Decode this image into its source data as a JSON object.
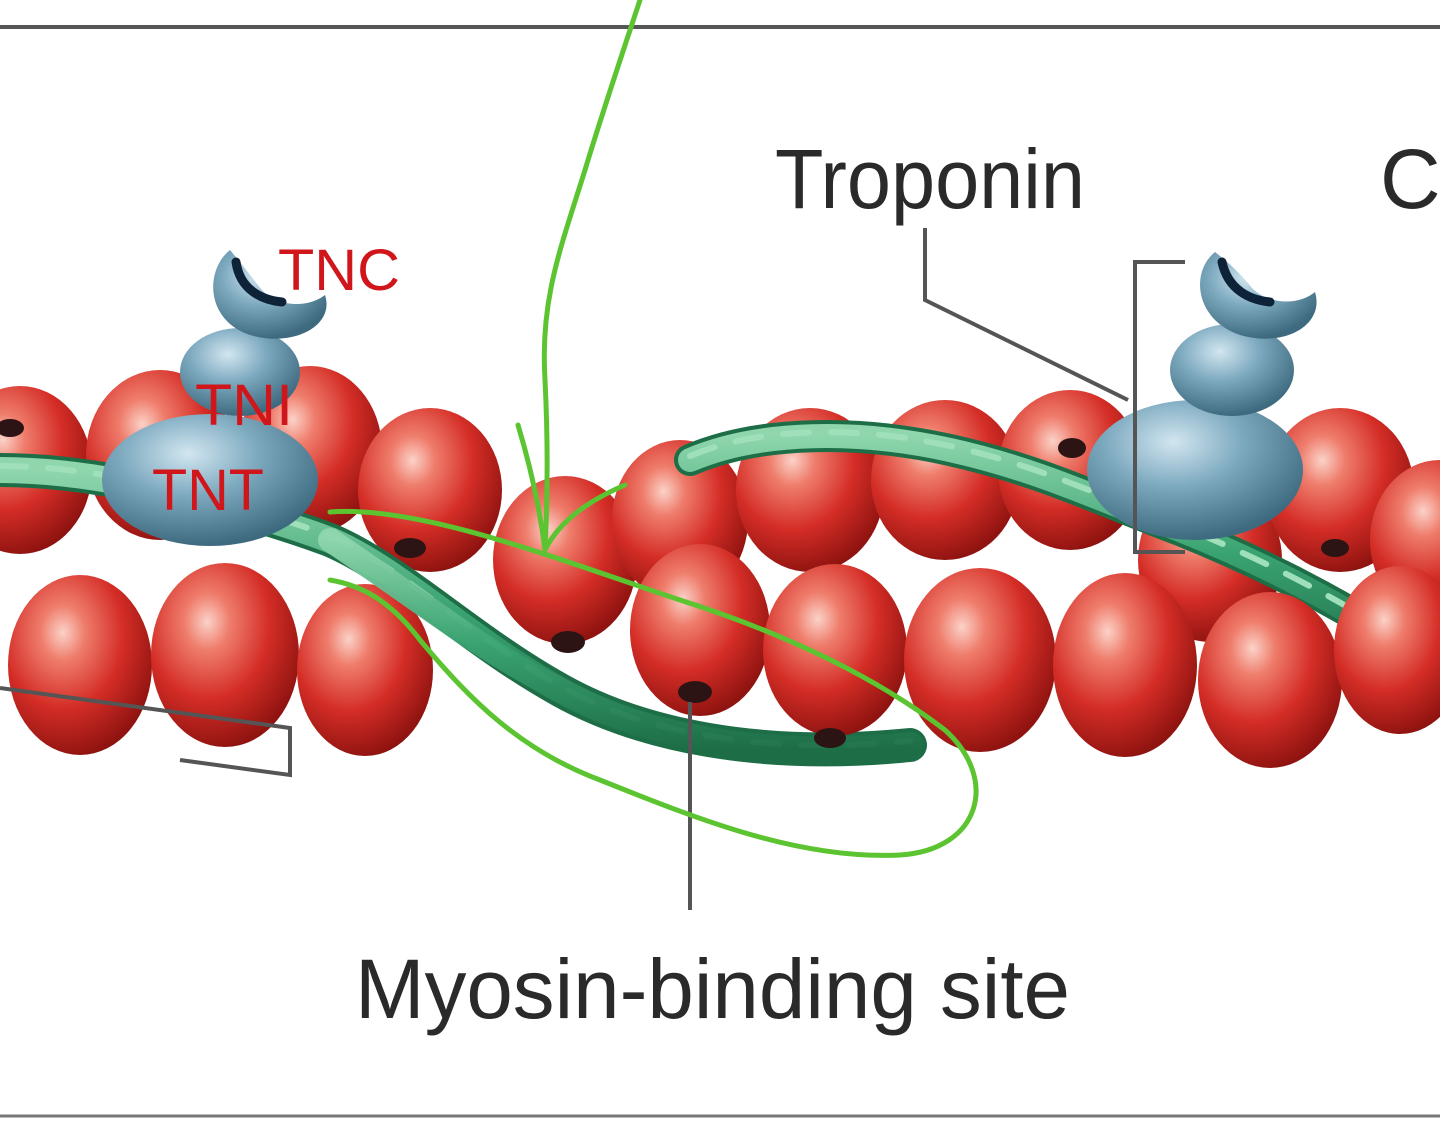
{
  "labels": {
    "troponin": "Troponin",
    "myosin_binding_site": "Myosin-binding site",
    "tnc": "TNC",
    "tni": "TNI",
    "tnt": "TNT",
    "cut_off_right": "C"
  },
  "colors": {
    "actin_red": "#d8302b",
    "actin_highlight": "#f4a49a",
    "actin_shadow": "#7a0d0c",
    "tropomyosin_green": "#3aa372",
    "troponin_blue": "#6f9cb3",
    "annotation_green": "#5cc431",
    "label_red": "#d0161b",
    "label_dark": "#2a2a2a",
    "frame_line": "#555555"
  }
}
